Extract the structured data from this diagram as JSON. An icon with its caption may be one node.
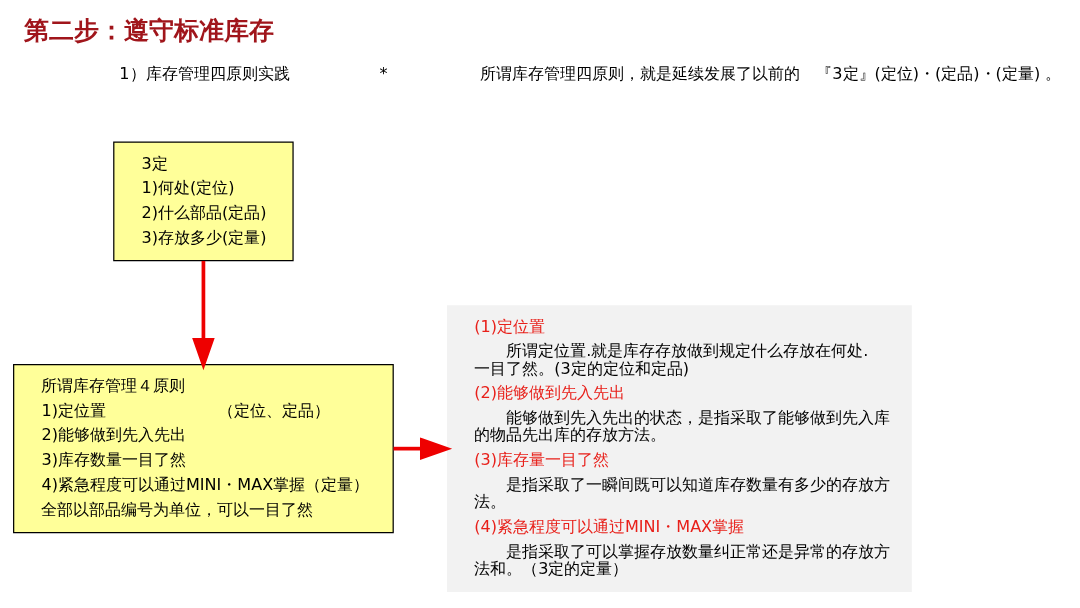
{
  "diagram": {
    "title": "第二步：遵守标准库存",
    "nodes": [
      {
        "text": [
          "3定",
          "1)何处(定位)",
          "2)什么部品(定品)",
          "3)存放多少(定量)"
        ]
      },
      {
        "text": [
          "所谓库存管理４原则",
          "1)定位置　　　　　　　（定位、定品）",
          "2)能够做到先入先出",
          "3)库存数量一目了然",
          "4)紧急程度可以通过MINⅠ・MAX掌握（定量）",
          "全部以部品编号为单位，可以一目了然"
        ]
      },
      {
        "text": [
          "(1)定位置",
          "所谓定位置.就是库存存放做到规定什么存放在何处.一目了然。(3定的定位和定品)",
          "(2)能够做到先入先出",
          "能够做到先入先出的状态，是指采取了能够做到先入库的物品先出库的存放方法。",
          "(3)库存量一目了然",
          "是指采取了一瞬间既可以知道库存数量有多少的存放方法。",
          "(4)紧急程度可以通过MINⅠ・MAX掌握",
          "是指采取了可以掌握存放数量纠正常还是异常的存放方法和。（3定的定量）"
        ]
      }
    ],
    "edges": [
      {
        "from": 0,
        "to": 1,
        "arrow": "to"
      },
      {
        "from": 1,
        "to": 2,
        "arrow": "to"
      }
    ],
    "labels": [
      "1）库存管理四原则实践",
      "*",
      "所谓库存管理四原则，就是延续发展了以前的　『3定』(定位)・(定品)・(定量) 。"
    ]
  }
}
